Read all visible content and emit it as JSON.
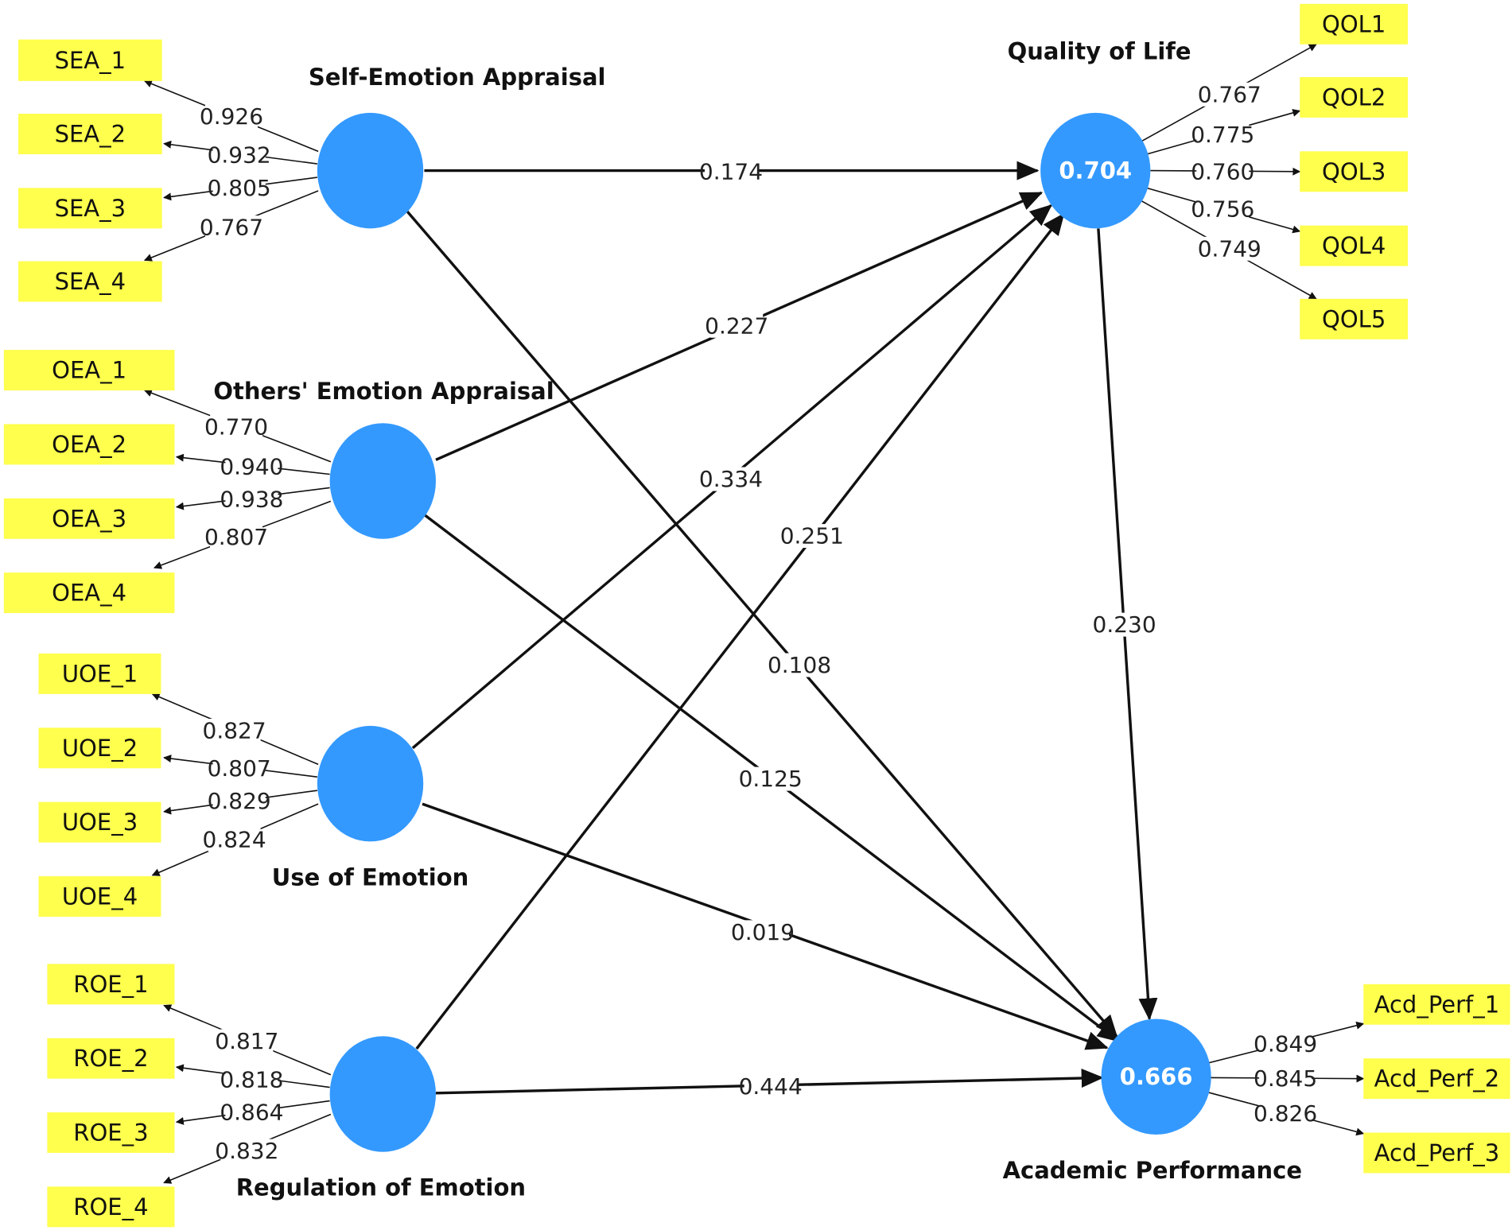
{
  "model": {
    "constructs": [
      {
        "id": "sea",
        "name": "Self-Emotion Appraisal",
        "r2": ""
      },
      {
        "id": "oea",
        "name": "Others' Emotion Appraisal",
        "r2": ""
      },
      {
        "id": "uoe",
        "name": "Use of Emotion",
        "r2": ""
      },
      {
        "id": "roe",
        "name": "Regulation of Emotion",
        "r2": ""
      },
      {
        "id": "qol",
        "name": "Quality of Life",
        "r2": "0.704"
      },
      {
        "id": "ap",
        "name": "Academic Performance",
        "r2": "0.666"
      }
    ],
    "indicators": [
      {
        "id": "SEA_1",
        "label": "SEA_1"
      },
      {
        "id": "SEA_2",
        "label": "SEA_2"
      },
      {
        "id": "SEA_3",
        "label": "SEA_3"
      },
      {
        "id": "SEA_4",
        "label": "SEA_4"
      },
      {
        "id": "OEA_1",
        "label": "OEA_1"
      },
      {
        "id": "OEA_2",
        "label": "OEA_2"
      },
      {
        "id": "OEA_3",
        "label": "OEA_3"
      },
      {
        "id": "OEA_4",
        "label": "OEA_4"
      },
      {
        "id": "UOE_1",
        "label": "UOE_1"
      },
      {
        "id": "UOE_2",
        "label": "UOE_2"
      },
      {
        "id": "UOE_3",
        "label": "UOE_3"
      },
      {
        "id": "UOE_4",
        "label": "UOE_4"
      },
      {
        "id": "ROE_1",
        "label": "ROE_1"
      },
      {
        "id": "ROE_2",
        "label": "ROE_2"
      },
      {
        "id": "ROE_3",
        "label": "ROE_3"
      },
      {
        "id": "ROE_4",
        "label": "ROE_4"
      },
      {
        "id": "QOL1",
        "label": "QOL1"
      },
      {
        "id": "QOL2",
        "label": "QOL2"
      },
      {
        "id": "QOL3",
        "label": "QOL3"
      },
      {
        "id": "QOL4",
        "label": "QOL4"
      },
      {
        "id": "QOL5",
        "label": "QOL5"
      },
      {
        "id": "Acd_Perf_1",
        "label": "Acd_Perf_1"
      },
      {
        "id": "Acd_Perf_2",
        "label": "Acd_Perf_2"
      },
      {
        "id": "Acd_Perf_3",
        "label": "Acd_Perf_3"
      }
    ],
    "loadings": [
      {
        "construct": "sea",
        "indicator": "SEA_1",
        "value": "0.926"
      },
      {
        "construct": "sea",
        "indicator": "SEA_2",
        "value": "0.932"
      },
      {
        "construct": "sea",
        "indicator": "SEA_3",
        "value": "0.805"
      },
      {
        "construct": "sea",
        "indicator": "SEA_4",
        "value": "0.767"
      },
      {
        "construct": "oea",
        "indicator": "OEA_1",
        "value": "0.770"
      },
      {
        "construct": "oea",
        "indicator": "OEA_2",
        "value": "0.940"
      },
      {
        "construct": "oea",
        "indicator": "OEA_3",
        "value": "0.938"
      },
      {
        "construct": "oea",
        "indicator": "OEA_4",
        "value": "0.807"
      },
      {
        "construct": "uoe",
        "indicator": "UOE_1",
        "value": "0.827"
      },
      {
        "construct": "uoe",
        "indicator": "UOE_2",
        "value": "0.807"
      },
      {
        "construct": "uoe",
        "indicator": "UOE_3",
        "value": "0.829"
      },
      {
        "construct": "uoe",
        "indicator": "UOE_4",
        "value": "0.824"
      },
      {
        "construct": "roe",
        "indicator": "ROE_1",
        "value": "0.817"
      },
      {
        "construct": "roe",
        "indicator": "ROE_2",
        "value": "0.818"
      },
      {
        "construct": "roe",
        "indicator": "ROE_3",
        "value": "0.864"
      },
      {
        "construct": "roe",
        "indicator": "ROE_4",
        "value": "0.832"
      },
      {
        "construct": "qol",
        "indicator": "QOL1",
        "value": "0.767"
      },
      {
        "construct": "qol",
        "indicator": "QOL2",
        "value": "0.775"
      },
      {
        "construct": "qol",
        "indicator": "QOL3",
        "value": "0.760"
      },
      {
        "construct": "qol",
        "indicator": "QOL4",
        "value": "0.756"
      },
      {
        "construct": "qol",
        "indicator": "QOL5",
        "value": "0.749"
      },
      {
        "construct": "ap",
        "indicator": "Acd_Perf_1",
        "value": "0.849"
      },
      {
        "construct": "ap",
        "indicator": "Acd_Perf_2",
        "value": "0.845"
      },
      {
        "construct": "ap",
        "indicator": "Acd_Perf_3",
        "value": "0.826"
      }
    ],
    "paths": [
      {
        "from": "sea",
        "to": "qol",
        "value": "0.174"
      },
      {
        "from": "oea",
        "to": "qol",
        "value": "0.227"
      },
      {
        "from": "uoe",
        "to": "qol",
        "value": "0.334"
      },
      {
        "from": "roe",
        "to": "qol",
        "value": "0.251"
      },
      {
        "from": "sea",
        "to": "ap",
        "value": "0.108"
      },
      {
        "from": "oea",
        "to": "ap",
        "value": "0.125"
      },
      {
        "from": "uoe",
        "to": "ap",
        "value": "0.019"
      },
      {
        "from": "roe",
        "to": "ap",
        "value": "0.444"
      },
      {
        "from": "qol",
        "to": "ap",
        "value": "0.230"
      }
    ]
  },
  "colors": {
    "construct_fill": "#3399ff",
    "indicator_fill": "#ffff4d",
    "edge": "#111111",
    "background": "#ffffff"
  }
}
